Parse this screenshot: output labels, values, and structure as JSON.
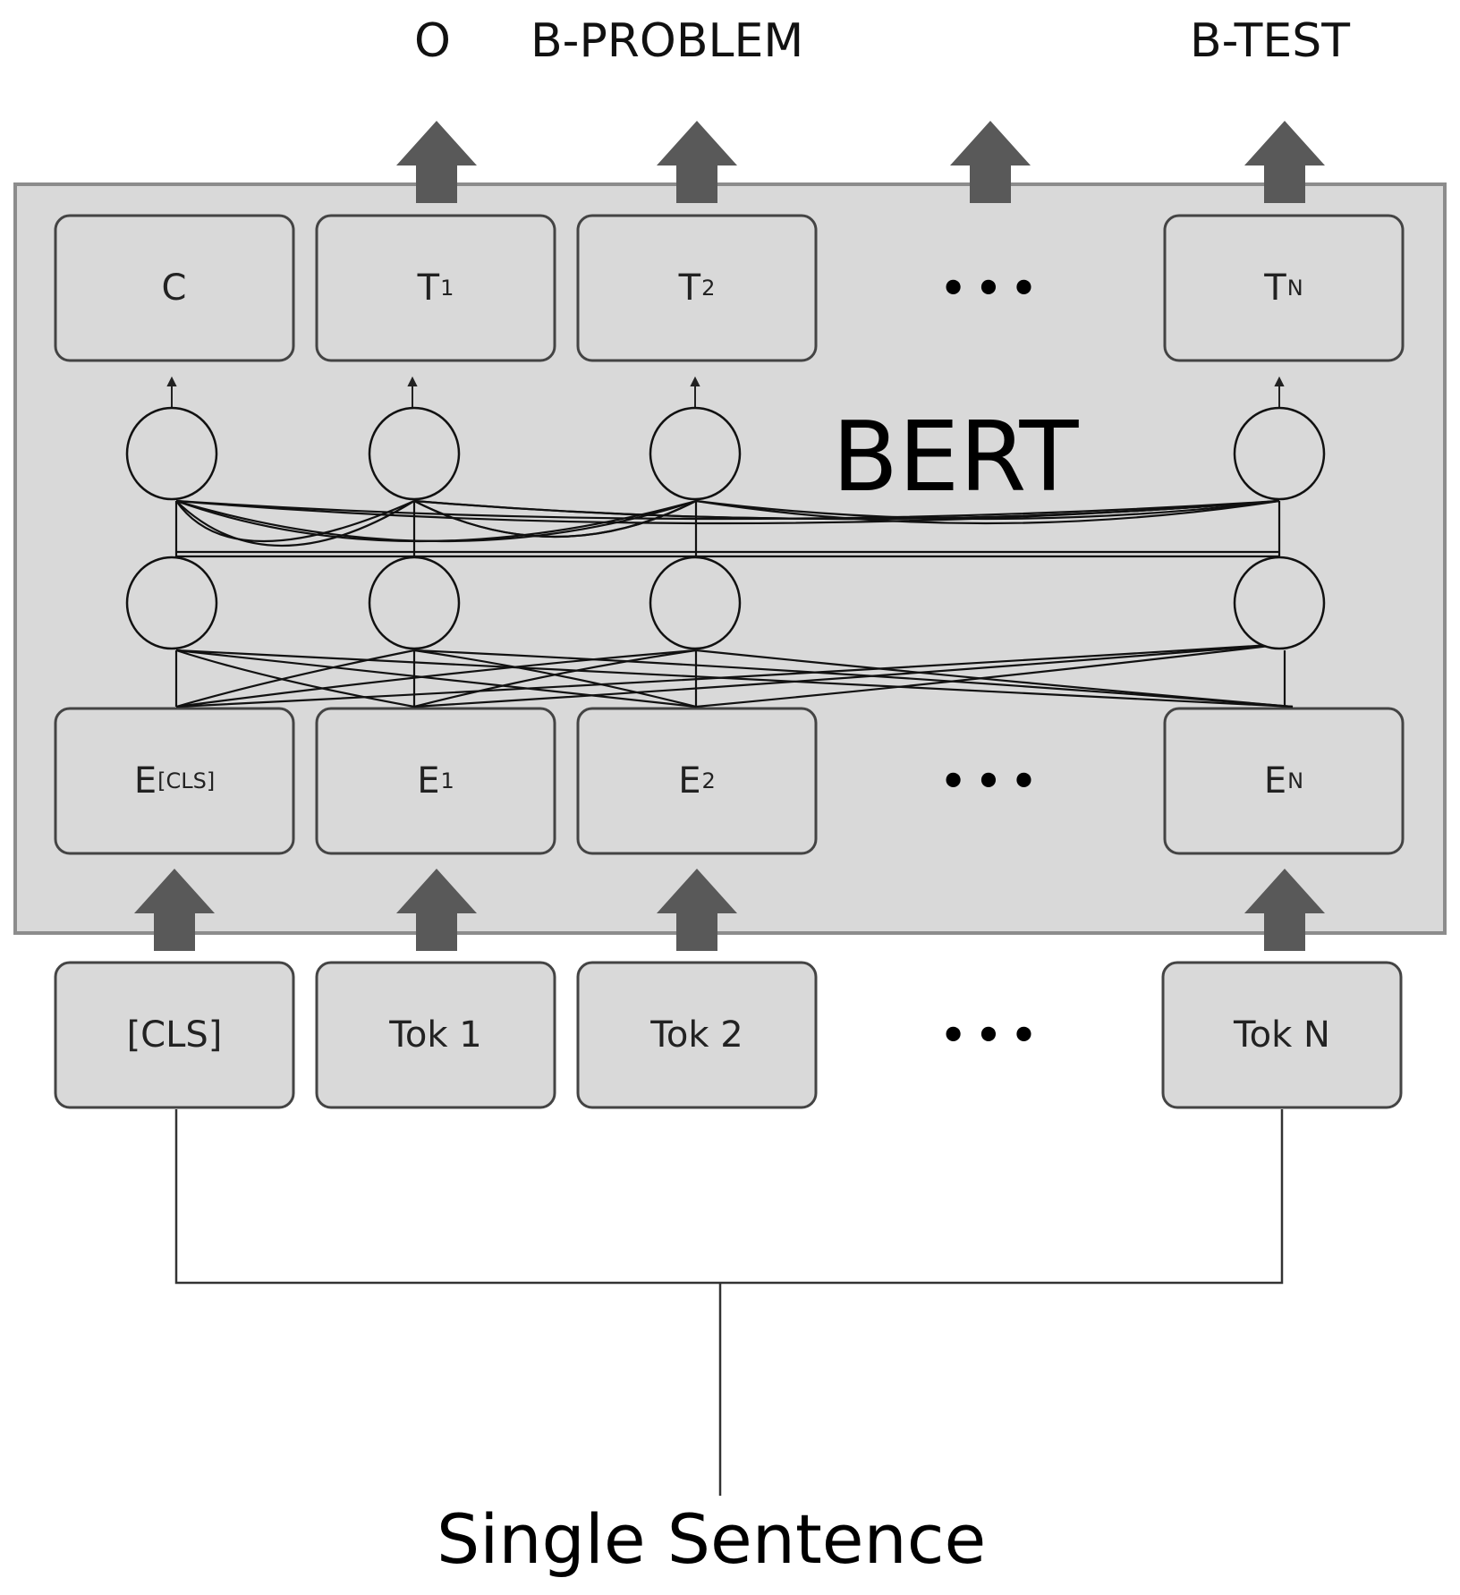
{
  "outputs": [
    "O",
    "B-PROBLEM",
    "B-TEST"
  ],
  "model_name": "BERT",
  "top_boxes": [
    {
      "main": "C",
      "sub": ""
    },
    {
      "main": "T",
      "sub": "1"
    },
    {
      "main": "T",
      "sub": "2"
    },
    {
      "main": "T",
      "sub": "N"
    }
  ],
  "embedding_boxes": [
    {
      "main": "E",
      "sub": "[CLS]"
    },
    {
      "main": "E",
      "sub": "1"
    },
    {
      "main": "E",
      "sub": "2"
    },
    {
      "main": "E",
      "sub": "N"
    }
  ],
  "token_boxes": [
    "[CLS]",
    "Tok 1",
    "Tok 2",
    "Tok N"
  ],
  "ellipsis": "•••",
  "caption": "Single Sentence",
  "colors": {
    "panel": "#d9d9d9",
    "box": "#d9d9d9",
    "arrow": "#595959",
    "stroke": "#444444"
  }
}
